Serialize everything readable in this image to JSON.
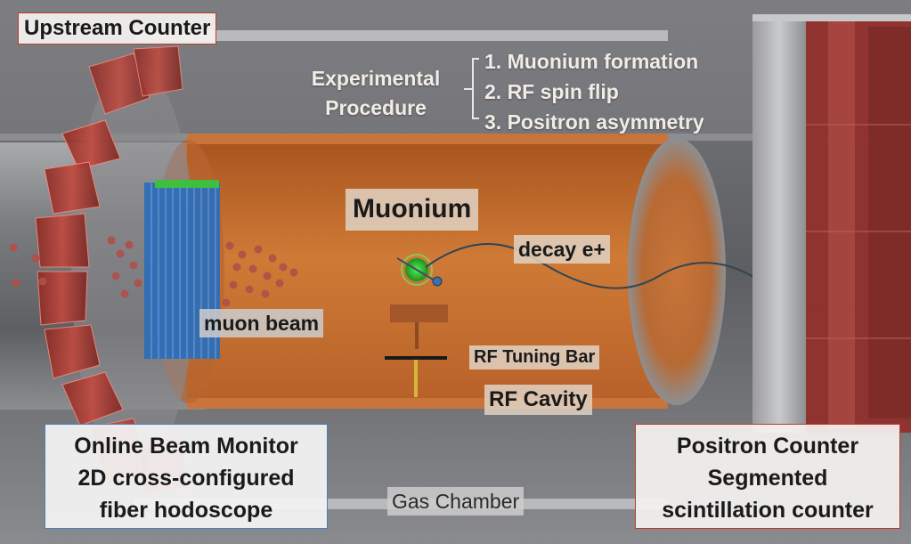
{
  "labels": {
    "upstream_counter": "Upstream Counter",
    "muonium": "Muonium",
    "decay_positron": "decay e+",
    "muon_beam": "muon beam",
    "rf_tuning_bar": "RF Tuning Bar",
    "rf_cavity": "RF Cavity",
    "gas_chamber": "Gas Chamber",
    "beam_monitor": {
      "line1": "Online Beam Monitor",
      "line2": "2D cross-configured",
      "line3": "fiber hodoscope"
    },
    "positron_counter": {
      "line1": "Positron Counter",
      "line2": "Segmented",
      "line3": "scintillation counter"
    }
  },
  "procedure": {
    "title_line1": "Experimental",
    "title_line2": "Procedure",
    "steps": [
      "1. Muonium formation",
      "2. RF spin flip",
      "3. Positron asymmetry"
    ]
  },
  "colors": {
    "cavity_orange": "#c46a2a",
    "counter_red": "#c0392b",
    "hodoscope_blue": "#2f6db5",
    "hodoscope_green": "#3fbf3f",
    "muonium_green": "#22cc22",
    "label_border_blue": "#4a7fb8",
    "background_gray": "#6e6f72"
  },
  "icons": [
    "upstream-counter-ring",
    "fiber-hodoscope",
    "muon-particles",
    "muonium-atom",
    "positron-track",
    "rf-tuning-bar",
    "positron-counter-segments"
  ]
}
